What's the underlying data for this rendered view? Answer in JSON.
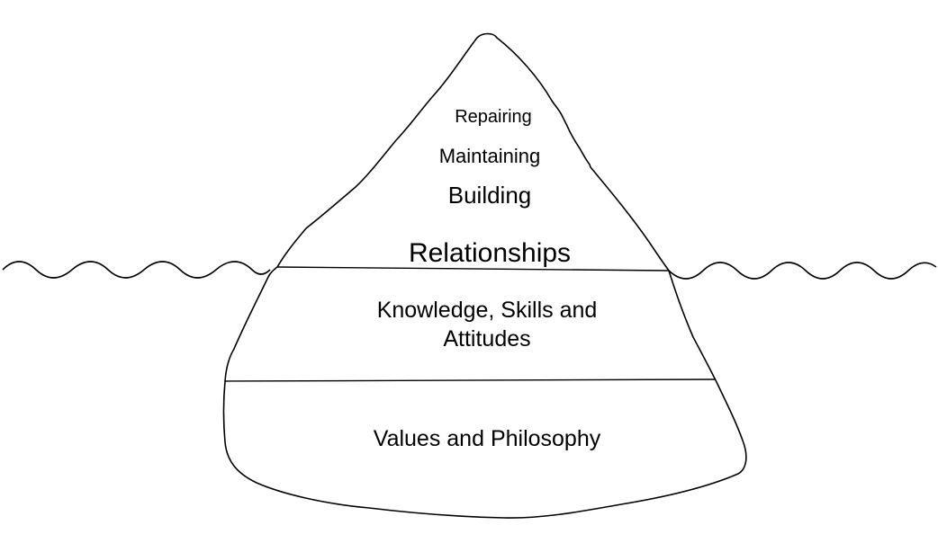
{
  "diagram": {
    "tip": {
      "repairing": "Repairing",
      "maintaining": "Maintaining",
      "building": "Building",
      "relationships": "Relationships"
    },
    "middle": {
      "line1": "Knowledge, Skills and",
      "line2": "Attitudes"
    },
    "base": {
      "label": "Values and Philosophy"
    }
  },
  "colors": {
    "stroke": "#000000",
    "background": "#ffffff"
  }
}
